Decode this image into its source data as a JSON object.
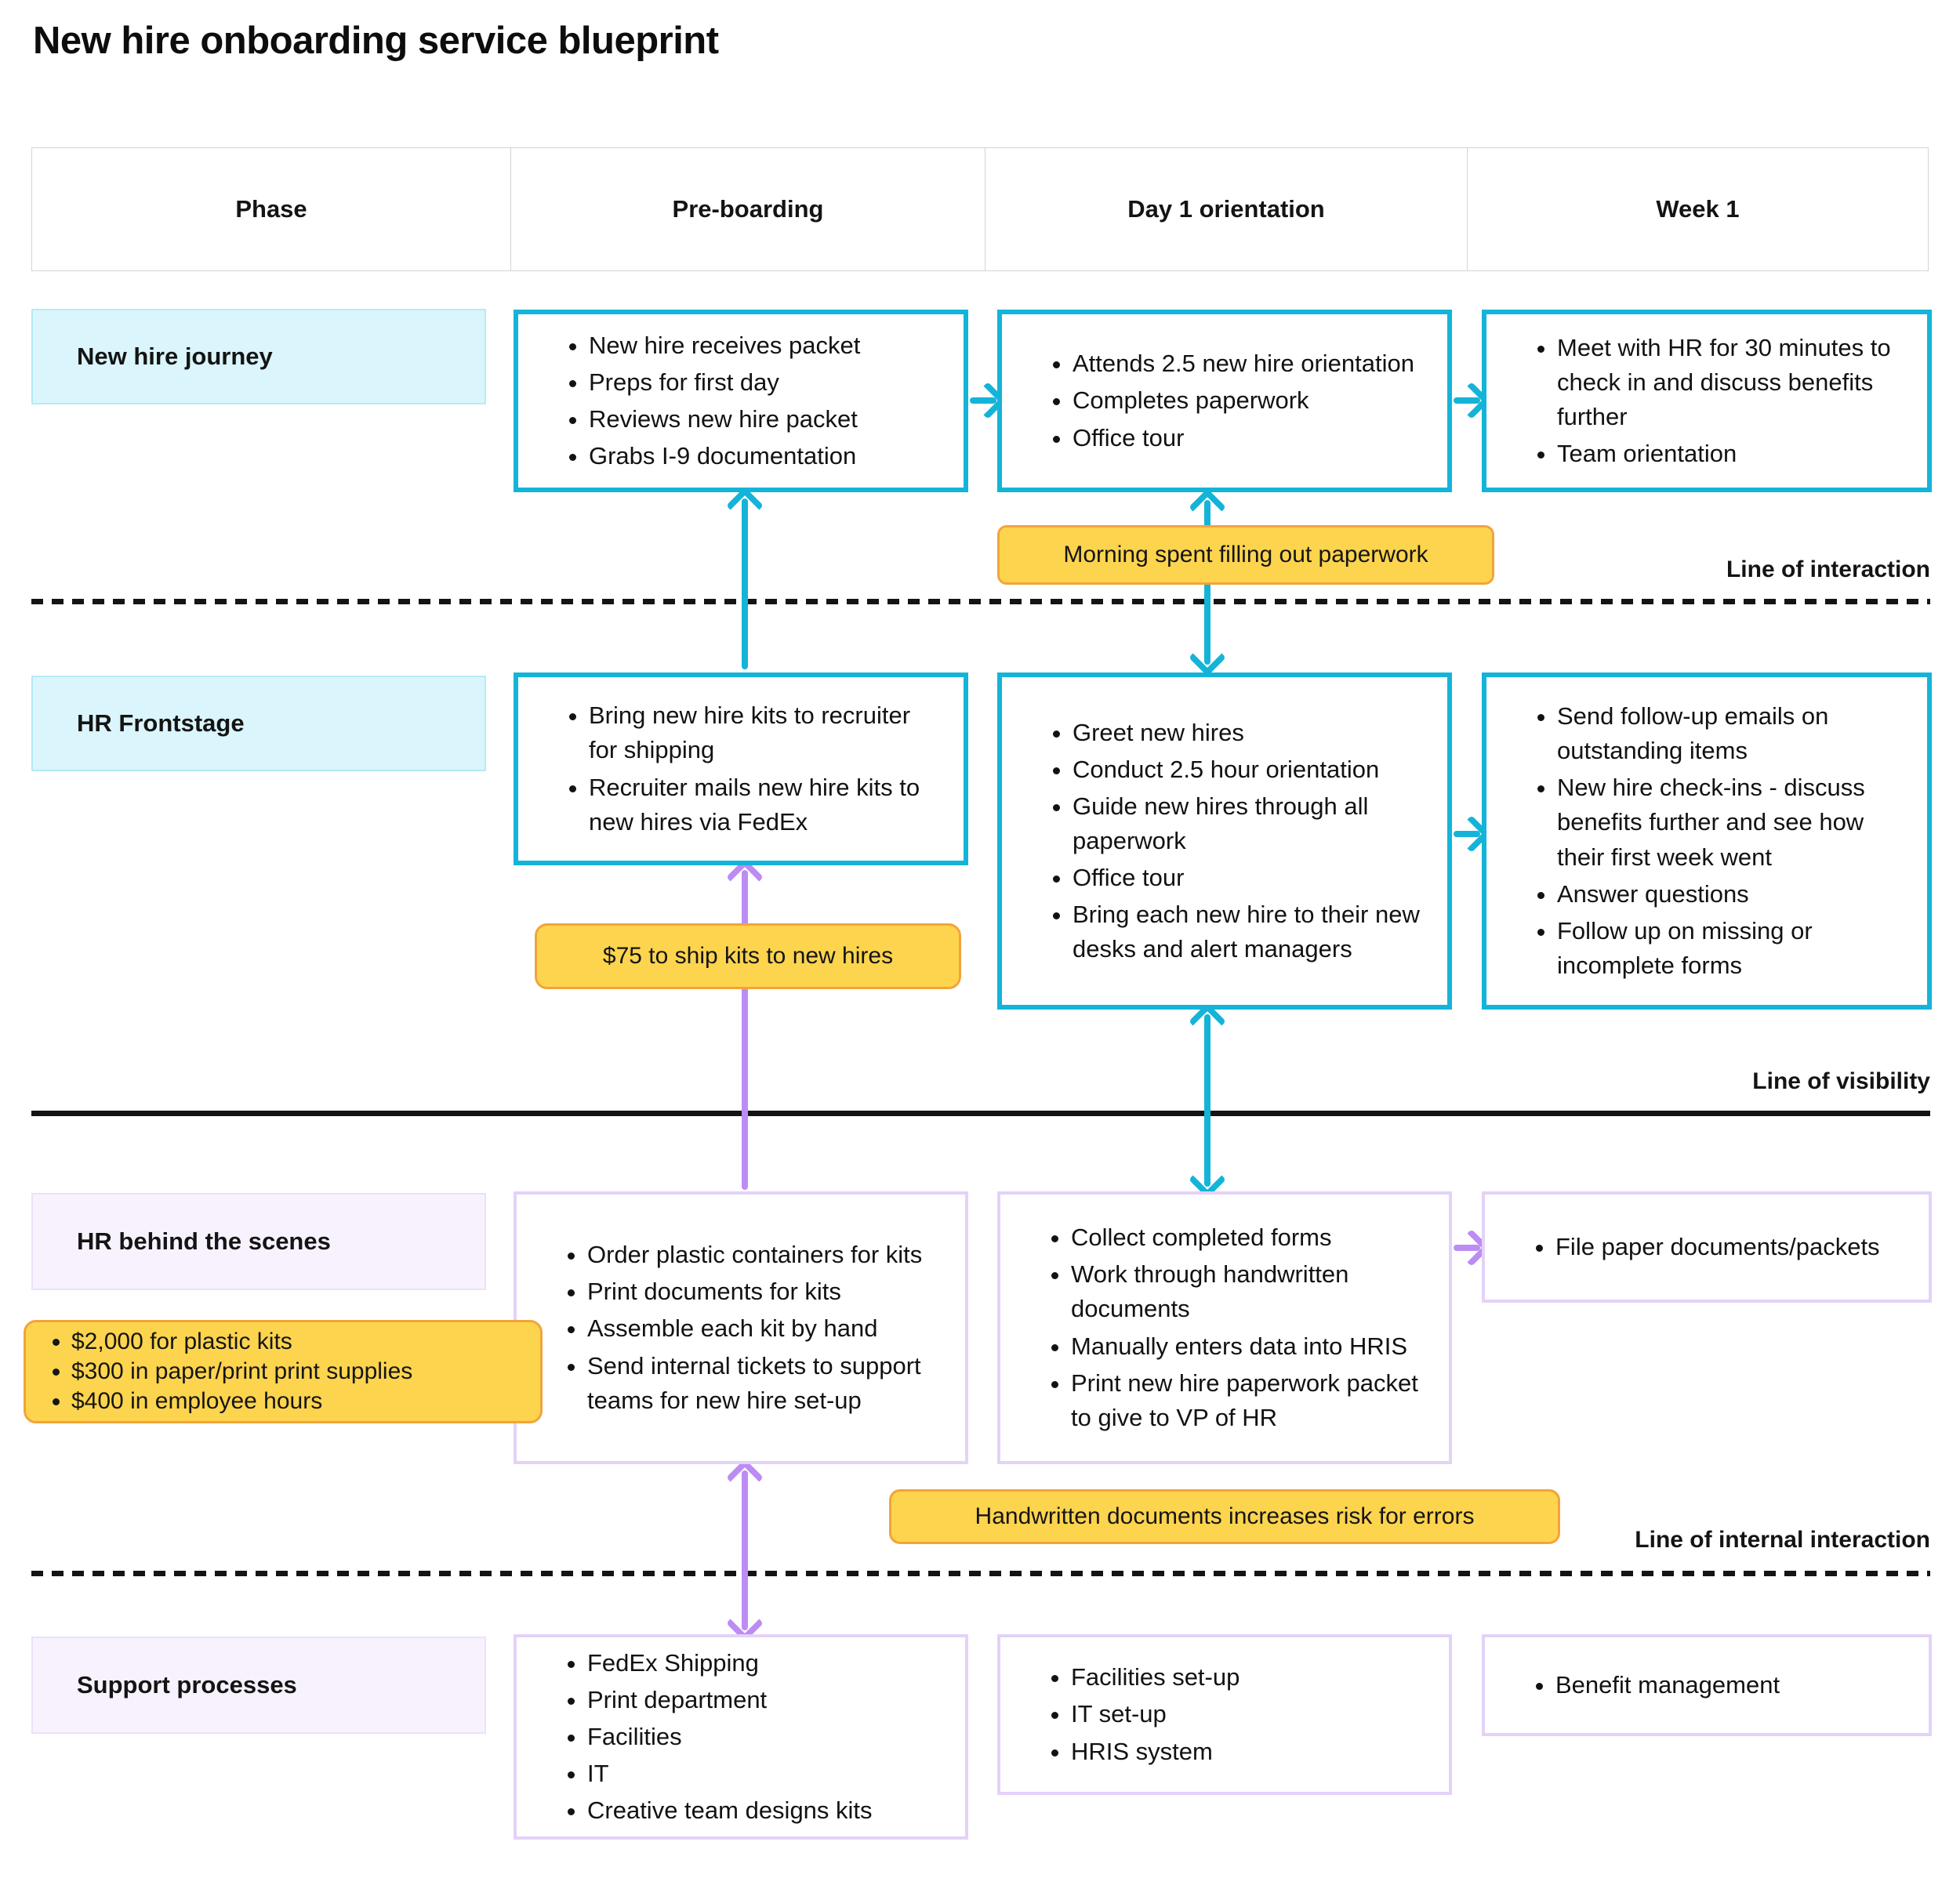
{
  "title": "New hire onboarding service blueprint",
  "header": {
    "columns": [
      "Phase",
      "Pre-boarding",
      "Day 1 orientation",
      "Week 1"
    ]
  },
  "lanes": {
    "journey": {
      "label": "New hire journey",
      "preboarding": [
        "New hire receives packet",
        "Preps for first day",
        "Reviews new hire packet",
        "Grabs I-9 documentation"
      ],
      "day1": [
        "Attends 2.5 new hire orientation",
        "Completes paperwork",
        "Office tour"
      ],
      "week1": [
        "Meet with HR for 30 minutes to check in and discuss benefits further",
        "Team orientation"
      ]
    },
    "frontstage": {
      "label": "HR Frontstage",
      "preboarding": [
        "Bring new hire kits to recruiter for shipping",
        "Recruiter mails new hire kits to new hires via FedEx"
      ],
      "day1": [
        "Greet new hires",
        "Conduct 2.5 hour orientation",
        "Guide new hires through all paperwork",
        "Office tour",
        "Bring each new hire to their new desks and alert managers"
      ],
      "week1": [
        "Send follow-up emails on outstanding items",
        "New hire check-ins - discuss benefits further and see how their first week went",
        "Answer questions",
        "Follow up on missing or incomplete forms"
      ]
    },
    "backstage": {
      "label": "HR behind the scenes",
      "preboarding": [
        "Order plastic containers for kits",
        "Print documents for kits",
        "Assemble each kit by hand",
        "Send internal tickets to support teams for new hire set-up"
      ],
      "day1": [
        "Collect completed forms",
        "Work through handwritten documents",
        "Manually enters data into HRIS",
        "Print new hire paperwork packet to give to VP of HR"
      ],
      "week1": [
        "File paper documents/packets"
      ]
    },
    "support": {
      "label": "Support processes",
      "preboarding": [
        "FedEx Shipping",
        "Print department",
        "Facilities",
        "IT",
        "Creative team designs kits"
      ],
      "day1": [
        "Facilities set-up",
        "IT set-up",
        "HRIS system"
      ],
      "week1": [
        "Benefit management"
      ]
    }
  },
  "separators": {
    "interaction": "Line of interaction",
    "visibility": "Line of visibility",
    "internal": "Line of internal interaction"
  },
  "callouts": {
    "paperwork": "Morning spent filling out paperwork",
    "shipping": "$75 to ship kits to new hires",
    "costs": [
      "$2,000 for plastic kits",
      "$300 in paper/print print supplies",
      "$400 in employee hours"
    ],
    "handwritten": "Handwritten documents increases risk for errors"
  },
  "colors": {
    "cyan": "#14b4d8",
    "cyan_label_bg": "#daf5fb",
    "cyan_label_border": "#b5eaf6",
    "purple": "#bd8cf3",
    "purple_box_border": "#e4d2f9",
    "purple_label_bg": "#f8f2fe",
    "purple_label_border": "#ece0fa",
    "callout_bg": "#fdd44e",
    "callout_border": "#f2a43a",
    "ink": "#141414",
    "grid_border": "#d4d4d4"
  }
}
